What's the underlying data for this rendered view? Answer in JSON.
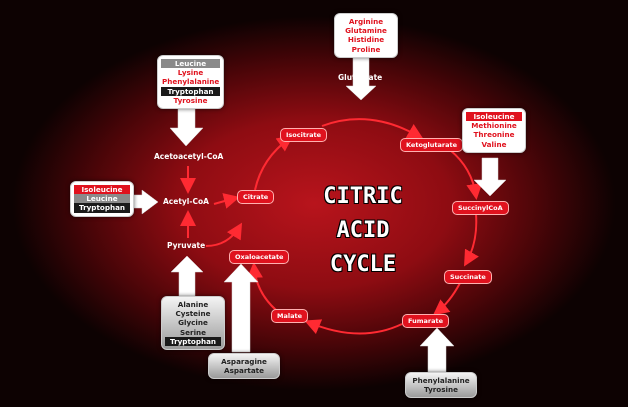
{
  "title": {
    "line1": "CITRIC",
    "line2": "ACID",
    "line3": "CYCLE"
  },
  "cycle": {
    "isocitrate": "Isocitrate",
    "ketoglutarate": "Ketoglutarate",
    "succinylcoa": "SuccinylCoA",
    "succinate": "Succinate",
    "fumarate": "Fumarate",
    "malate": "Malate",
    "oxaloacetate": "Oxaloacetate",
    "citrate": "Citrate"
  },
  "nodes": {
    "glutamate": "Glutamate",
    "acetoacetyl_coa": "Acetoacetyl-CoA",
    "acetyl_coa": "Acetyl-CoA",
    "pyruvate": "Pyruvate"
  },
  "boxes": {
    "glutamate_sources": [
      "Arginine",
      "Glutamine",
      "Histidine",
      "Proline"
    ],
    "acetoacetyl_sources": [
      "Leucine",
      "Lysine",
      "Phenylalanine",
      "Tryptophan",
      "Tyrosine"
    ],
    "acetyl_sources": [
      "Isoleucine",
      "Leucine",
      "Tryptophan"
    ],
    "succinyl_sources": [
      "Isoleucine",
      "Methionine",
      "Threonine",
      "Valine"
    ],
    "pyruvate_sources": [
      "Alanine",
      "Cysteine",
      "Glycine",
      "Serine",
      "Tryptophan"
    ],
    "oxaloacetate_sources": [
      "Asparagine",
      "Aspartate"
    ],
    "fumarate_sources": [
      "Phenylalanine",
      "Tyrosine"
    ]
  },
  "colors": {
    "accent": "#e0121e",
    "background": "#8e0c12",
    "arrow": "#ffffff"
  }
}
